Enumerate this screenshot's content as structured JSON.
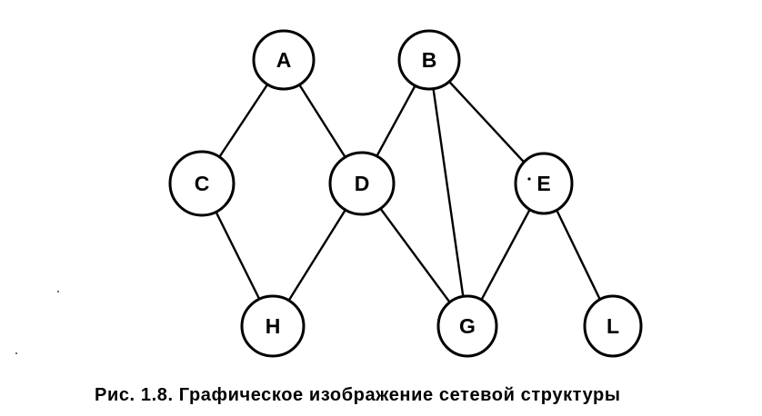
{
  "diagram": {
    "type": "graph",
    "nodes": [
      {
        "id": "A",
        "label": "A"
      },
      {
        "id": "B",
        "label": "B"
      },
      {
        "id": "C",
        "label": "C"
      },
      {
        "id": "D",
        "label": "D"
      },
      {
        "id": "E",
        "label": "E"
      },
      {
        "id": "H",
        "label": "H"
      },
      {
        "id": "G",
        "label": "G"
      },
      {
        "id": "L",
        "label": "L"
      }
    ],
    "edges": [
      [
        "A",
        "C"
      ],
      [
        "A",
        "D"
      ],
      [
        "C",
        "H"
      ],
      [
        "D",
        "H"
      ],
      [
        "D",
        "G"
      ],
      [
        "B",
        "D"
      ],
      [
        "B",
        "G"
      ],
      [
        "B",
        "E"
      ],
      [
        "E",
        "G"
      ],
      [
        "E",
        "L"
      ]
    ]
  },
  "caption": "Рис. 1.8. Графическое изображение сетевой структуры"
}
